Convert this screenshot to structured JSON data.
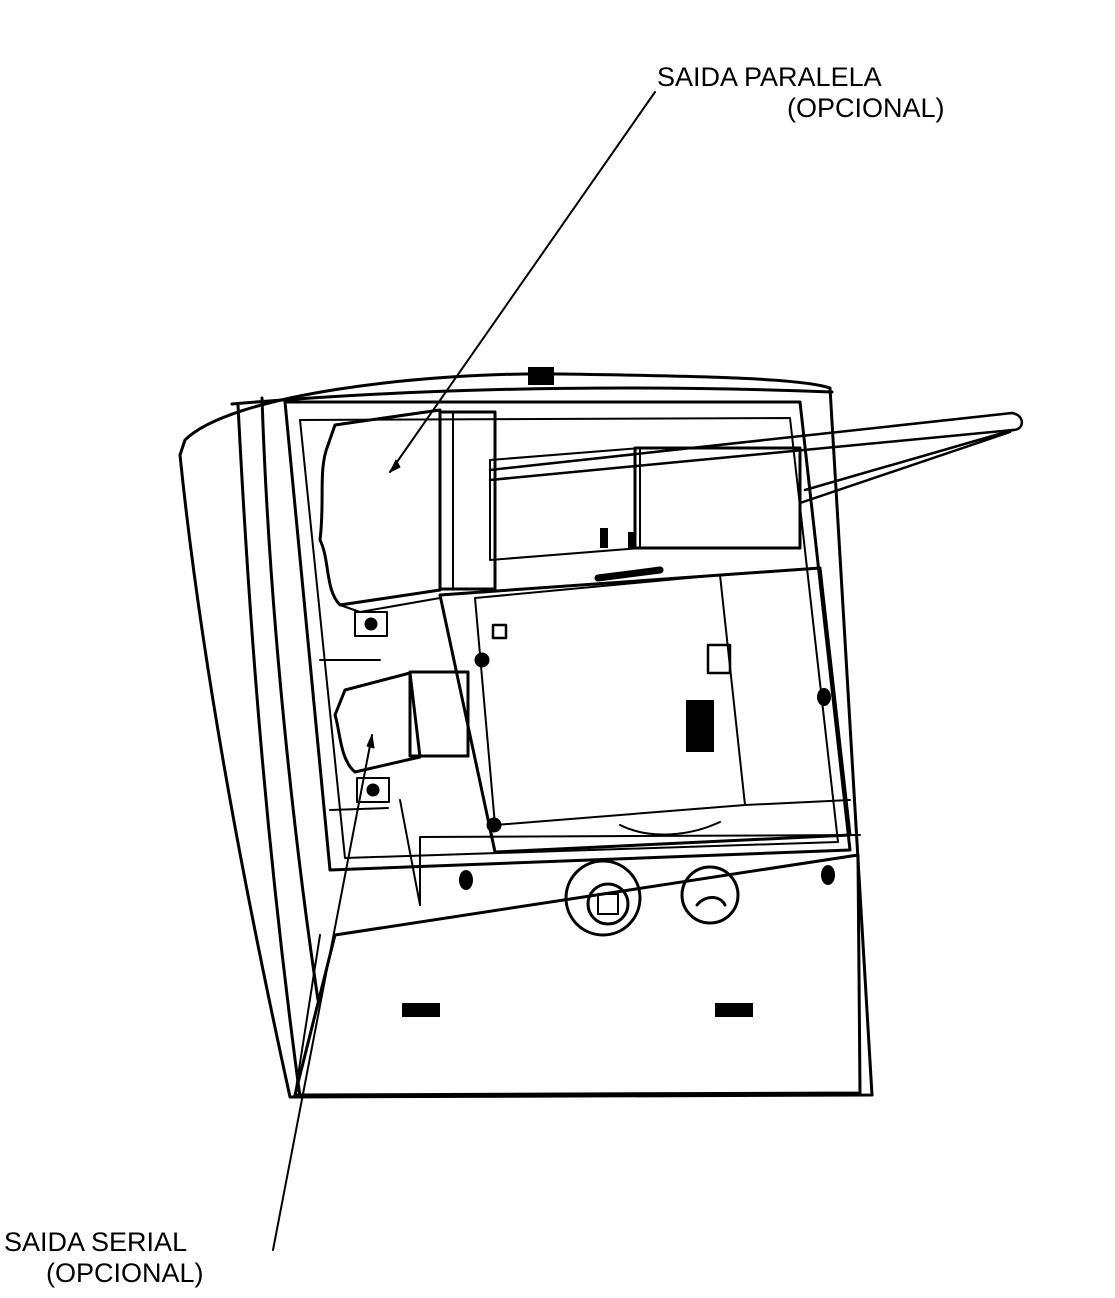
{
  "labels": {
    "parallel_output": {
      "line1": "SAIDA PARALELA",
      "line2": "(OPCIONAL)"
    },
    "serial_output": {
      "line1": "SAIDA SERIAL",
      "line2": "(OPCIONAL)"
    }
  },
  "colors": {
    "ink": "#000000",
    "paper": "#ffffff"
  }
}
